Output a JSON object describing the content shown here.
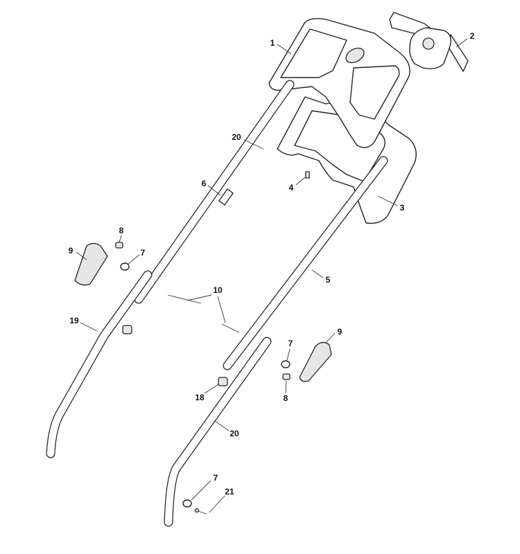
{
  "diagram": {
    "labels": {
      "handle_upper": "1",
      "control_box": "2",
      "handle_bracket": "3",
      "screw": "4",
      "tube_right_upper": "5",
      "tube_left_upper": "6",
      "tube_left_upper_top": "20",
      "washer_left": "7",
      "nut_left": "8",
      "knob_left": "9",
      "bolts": "10",
      "tube_left_lower": "19",
      "knob_right": "9",
      "washer_right": "7",
      "cap": "18",
      "nut_right": "8",
      "tube_right_lower": "20",
      "washer_bottom": "7",
      "screw_bottom": "21"
    }
  }
}
